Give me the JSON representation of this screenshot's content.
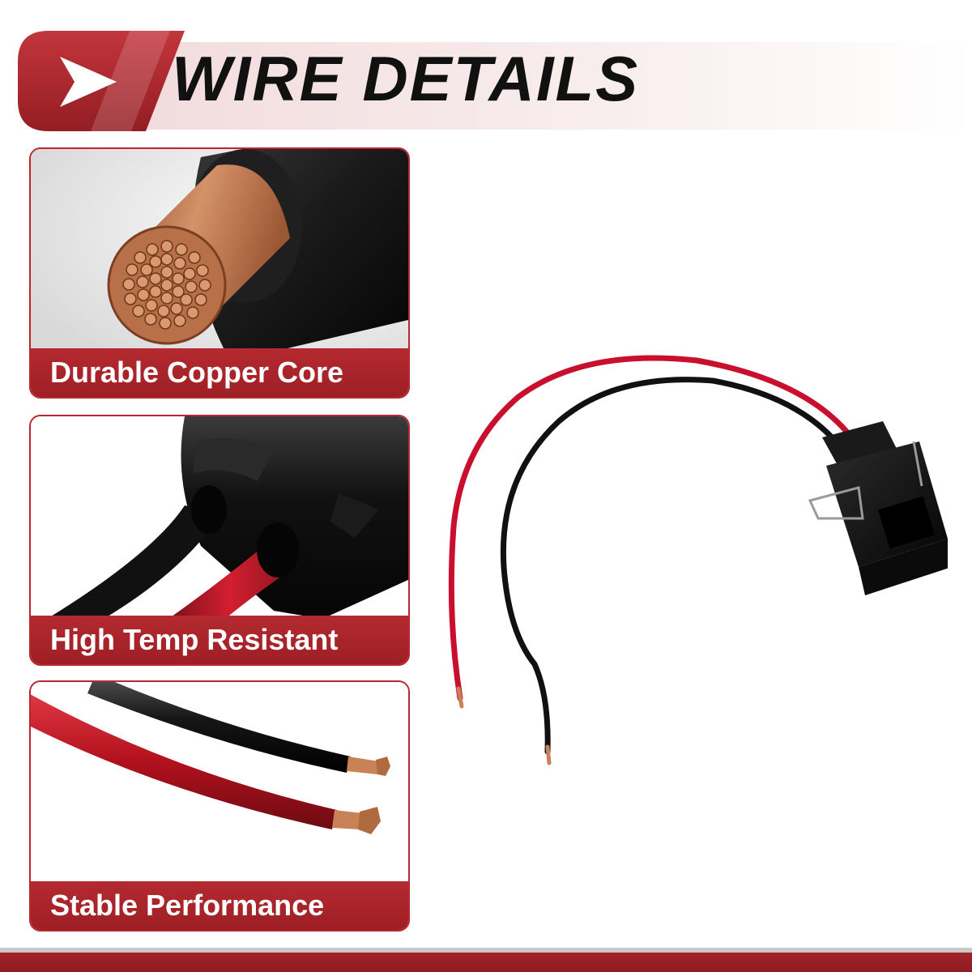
{
  "banner": {
    "title": "WIRE DETAILS",
    "play_icon": "play-icon",
    "accent_color": "#a8232a"
  },
  "features": [
    {
      "label": "Durable Copper Core",
      "image": "copper-core-photo"
    },
    {
      "label": "High Temp Resistant",
      "image": "connector-closeup-photo"
    },
    {
      "label": "Stable Performance",
      "image": "stripped-wire-ends-photo"
    }
  ],
  "product": {
    "image": "two-pin-connector-pigtail-photo"
  },
  "colors": {
    "caption_bg": "#a8232a",
    "wire_red": "#c8102e",
    "wire_black": "#111111",
    "copper": "#c07a4f"
  }
}
